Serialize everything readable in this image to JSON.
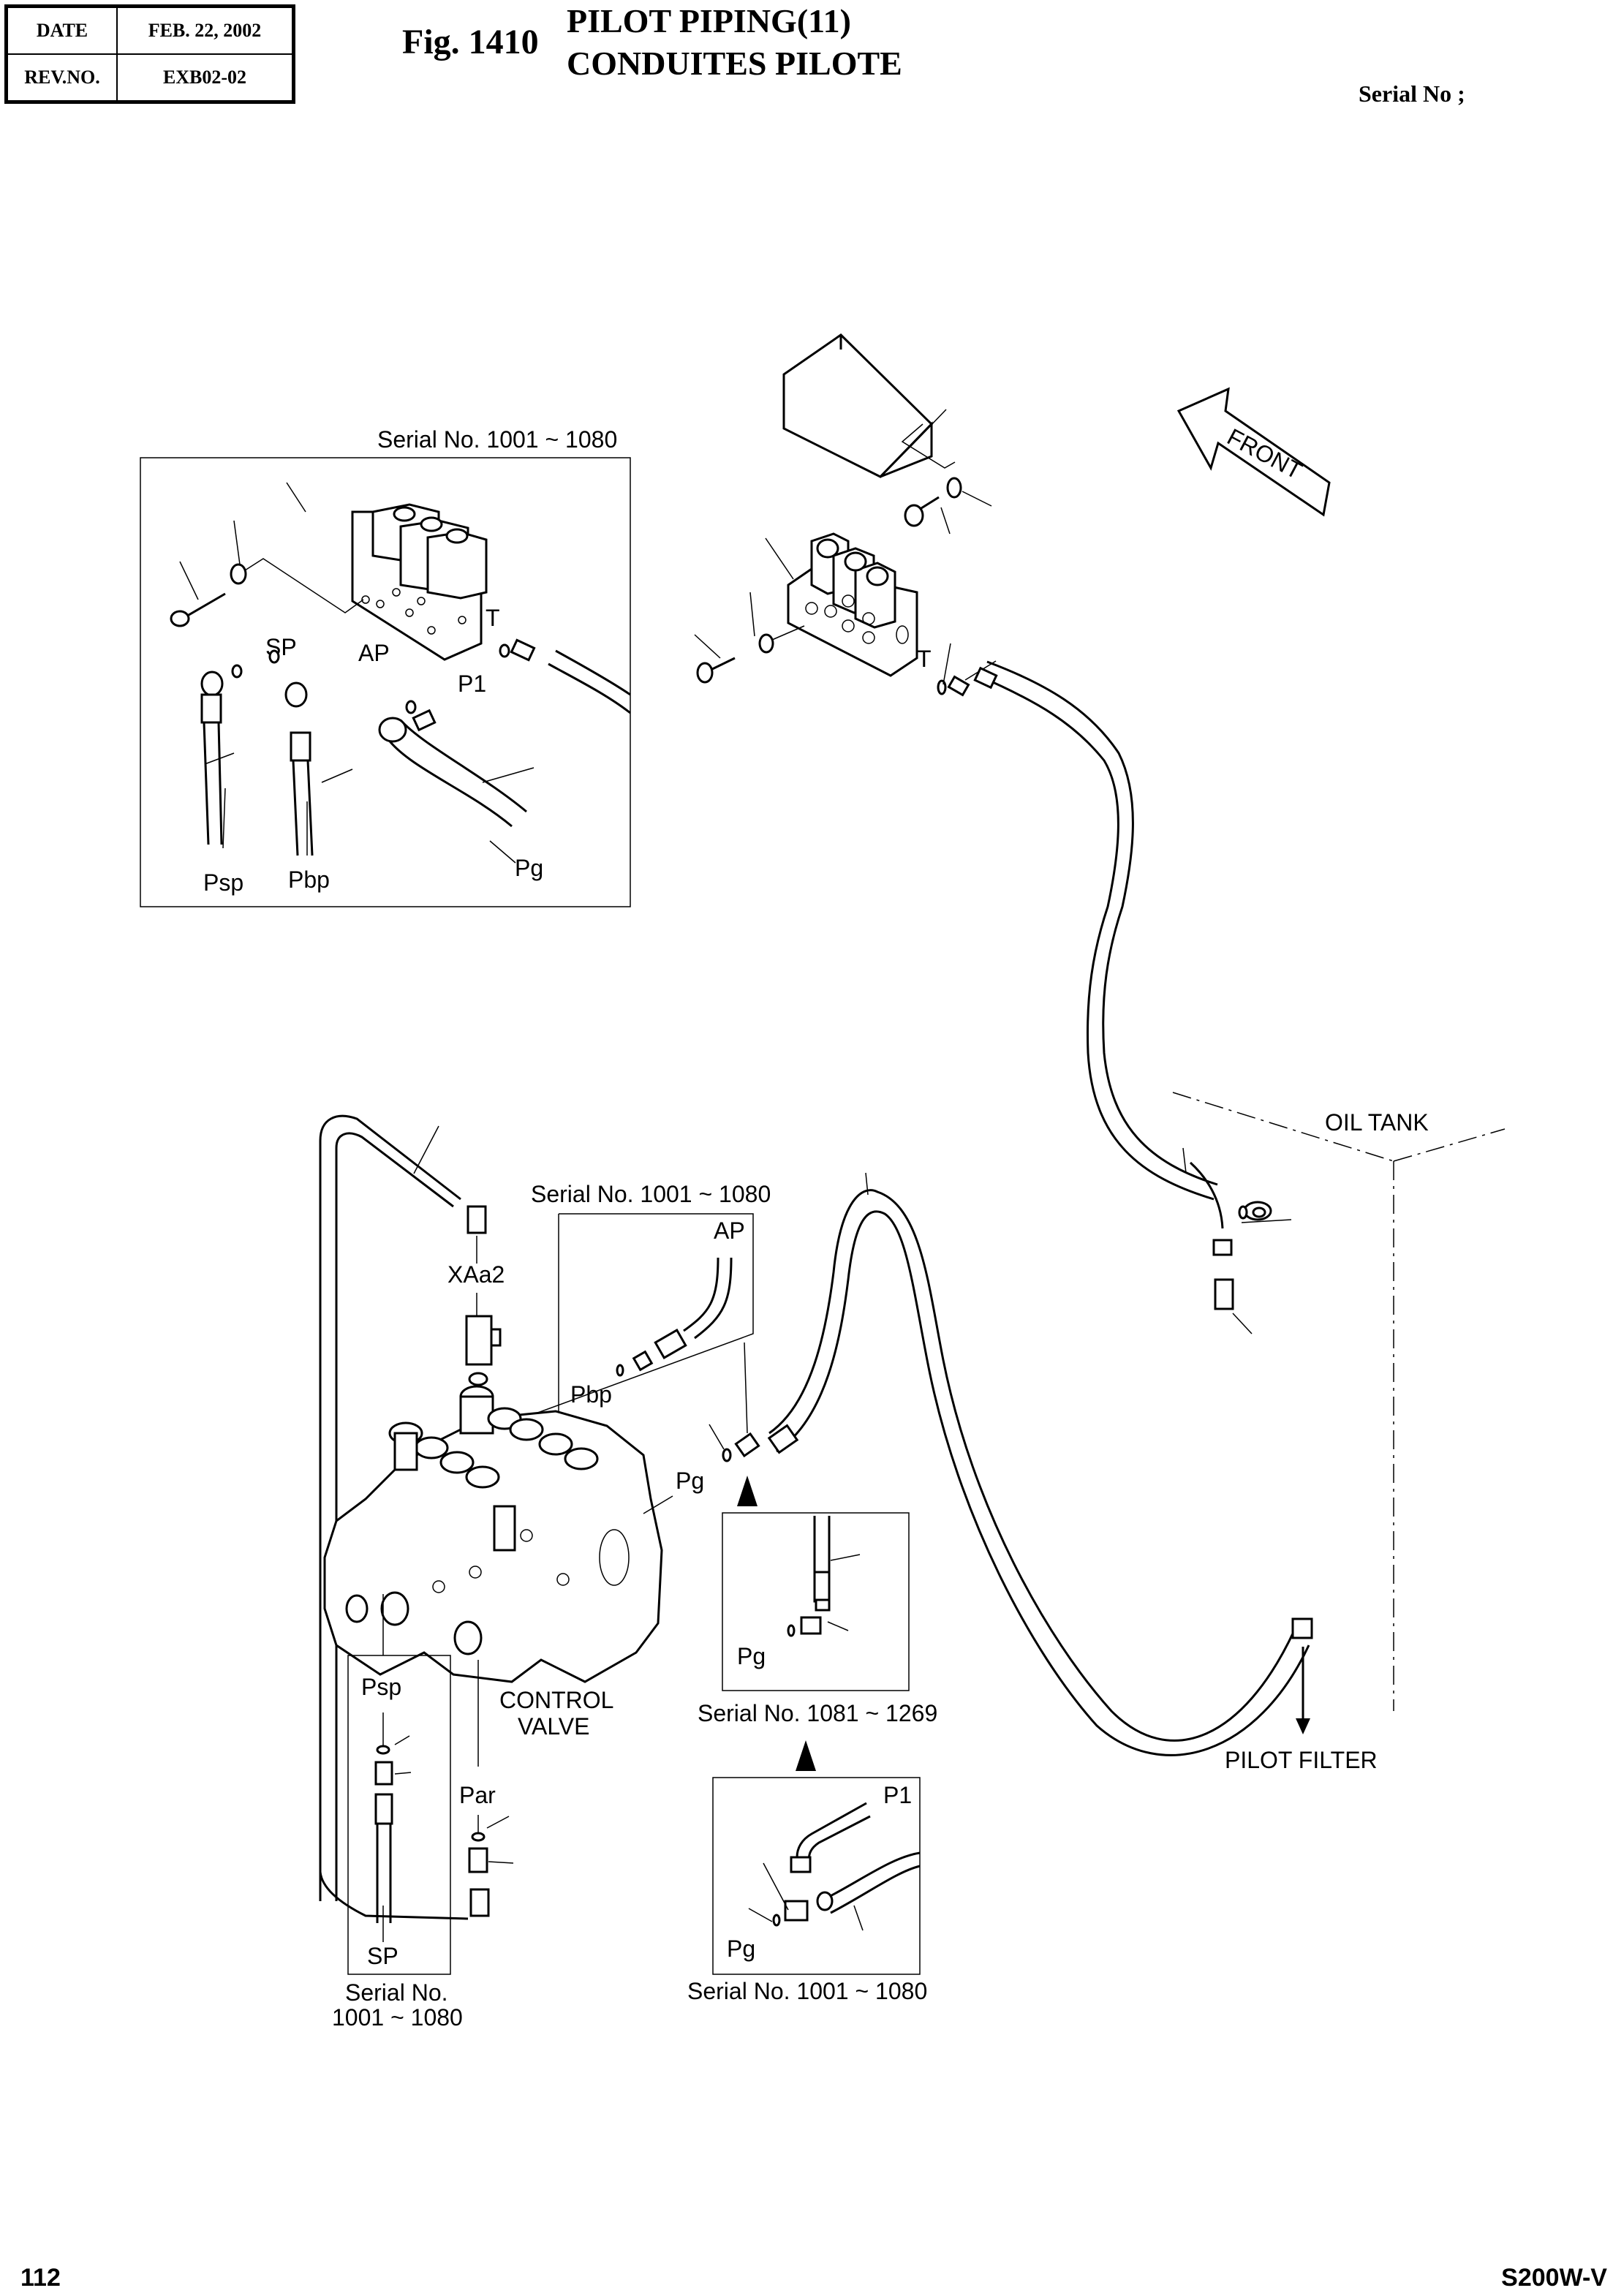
{
  "header": {
    "date_label": "DATE",
    "date_value": "FEB. 22, 2002",
    "rev_label": "REV.NO.",
    "rev_value": "EXB02-02",
    "figure_number": "Fig. 1410",
    "title_en": "PILOT PIPING(11)",
    "title_fr": "CONDUITES PILOTE",
    "serial_label": "Serial No ;"
  },
  "insets": {
    "solenoid_1001_1080": {
      "caption": "Serial No. 1001 ~ 1080",
      "ports": [
        "T",
        "SP",
        "AP",
        "P1"
      ],
      "hoses": [
        "Psp",
        "Pbp",
        "Pg"
      ]
    },
    "ap_1001_1080": {
      "caption": "Serial No. 1001 ~ 1080",
      "ports": [
        "AP",
        "Pbp"
      ]
    },
    "sp_1001_1080": {
      "caption_line1": "Serial No.",
      "caption_line2": "1001 ~ 1080",
      "ports": [
        "Psp",
        "SP"
      ]
    },
    "pg_1081_1269": {
      "caption": "Serial No. 1081 ~ 1269",
      "ports": [
        "Pg"
      ]
    },
    "pg_p1_1001_1080": {
      "caption": "Serial No. 1001 ~ 1080",
      "ports": [
        "P1",
        "Pg"
      ]
    }
  },
  "main": {
    "front_arrow": "FRONT",
    "solenoid_port_t": "T",
    "xaa2": "XAa2",
    "pbp": "Pbp",
    "pg": "Pg",
    "par": "Par",
    "control_valve_line1": "CONTROL",
    "control_valve_line2": "VALVE",
    "oil_tank": "OIL TANK",
    "pilot_filter": "PILOT FILTER"
  },
  "footer": {
    "page_number": "112",
    "model": "S200W-V"
  }
}
